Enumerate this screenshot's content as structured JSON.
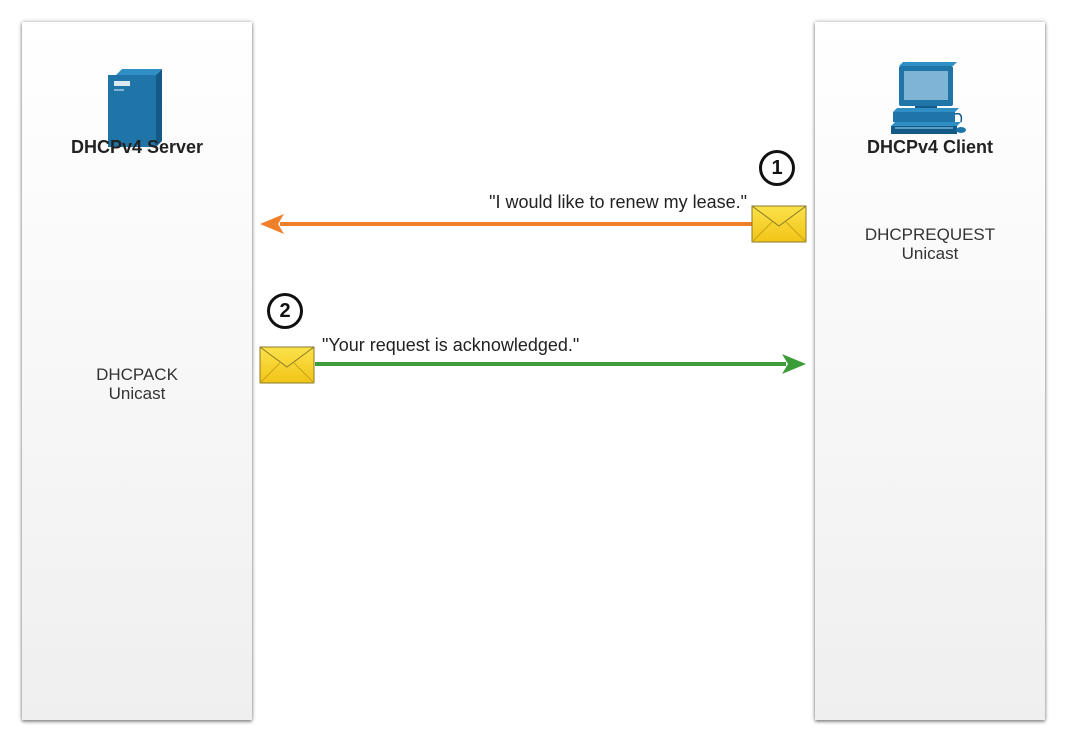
{
  "server": {
    "title": "DHCPv4 Server",
    "message_type": "DHCPACK",
    "message_mode": "Unicast",
    "icon": "server-tower-icon"
  },
  "client": {
    "title": "DHCPv4 Client",
    "message_type": "DHCPREQUEST",
    "message_mode": "Unicast",
    "icon": "desktop-computer-icon"
  },
  "steps": [
    {
      "number": "1",
      "quote": "\"I would like to renew my lease.\"",
      "direction": "client-to-server",
      "color": "#f07f2a"
    },
    {
      "number": "2",
      "quote": "\"Your request is acknowledged.\"",
      "direction": "server-to-client",
      "color": "#3d9c3a"
    }
  ],
  "colors": {
    "envelope": "#f5d21d",
    "device": "#1f75a8"
  }
}
